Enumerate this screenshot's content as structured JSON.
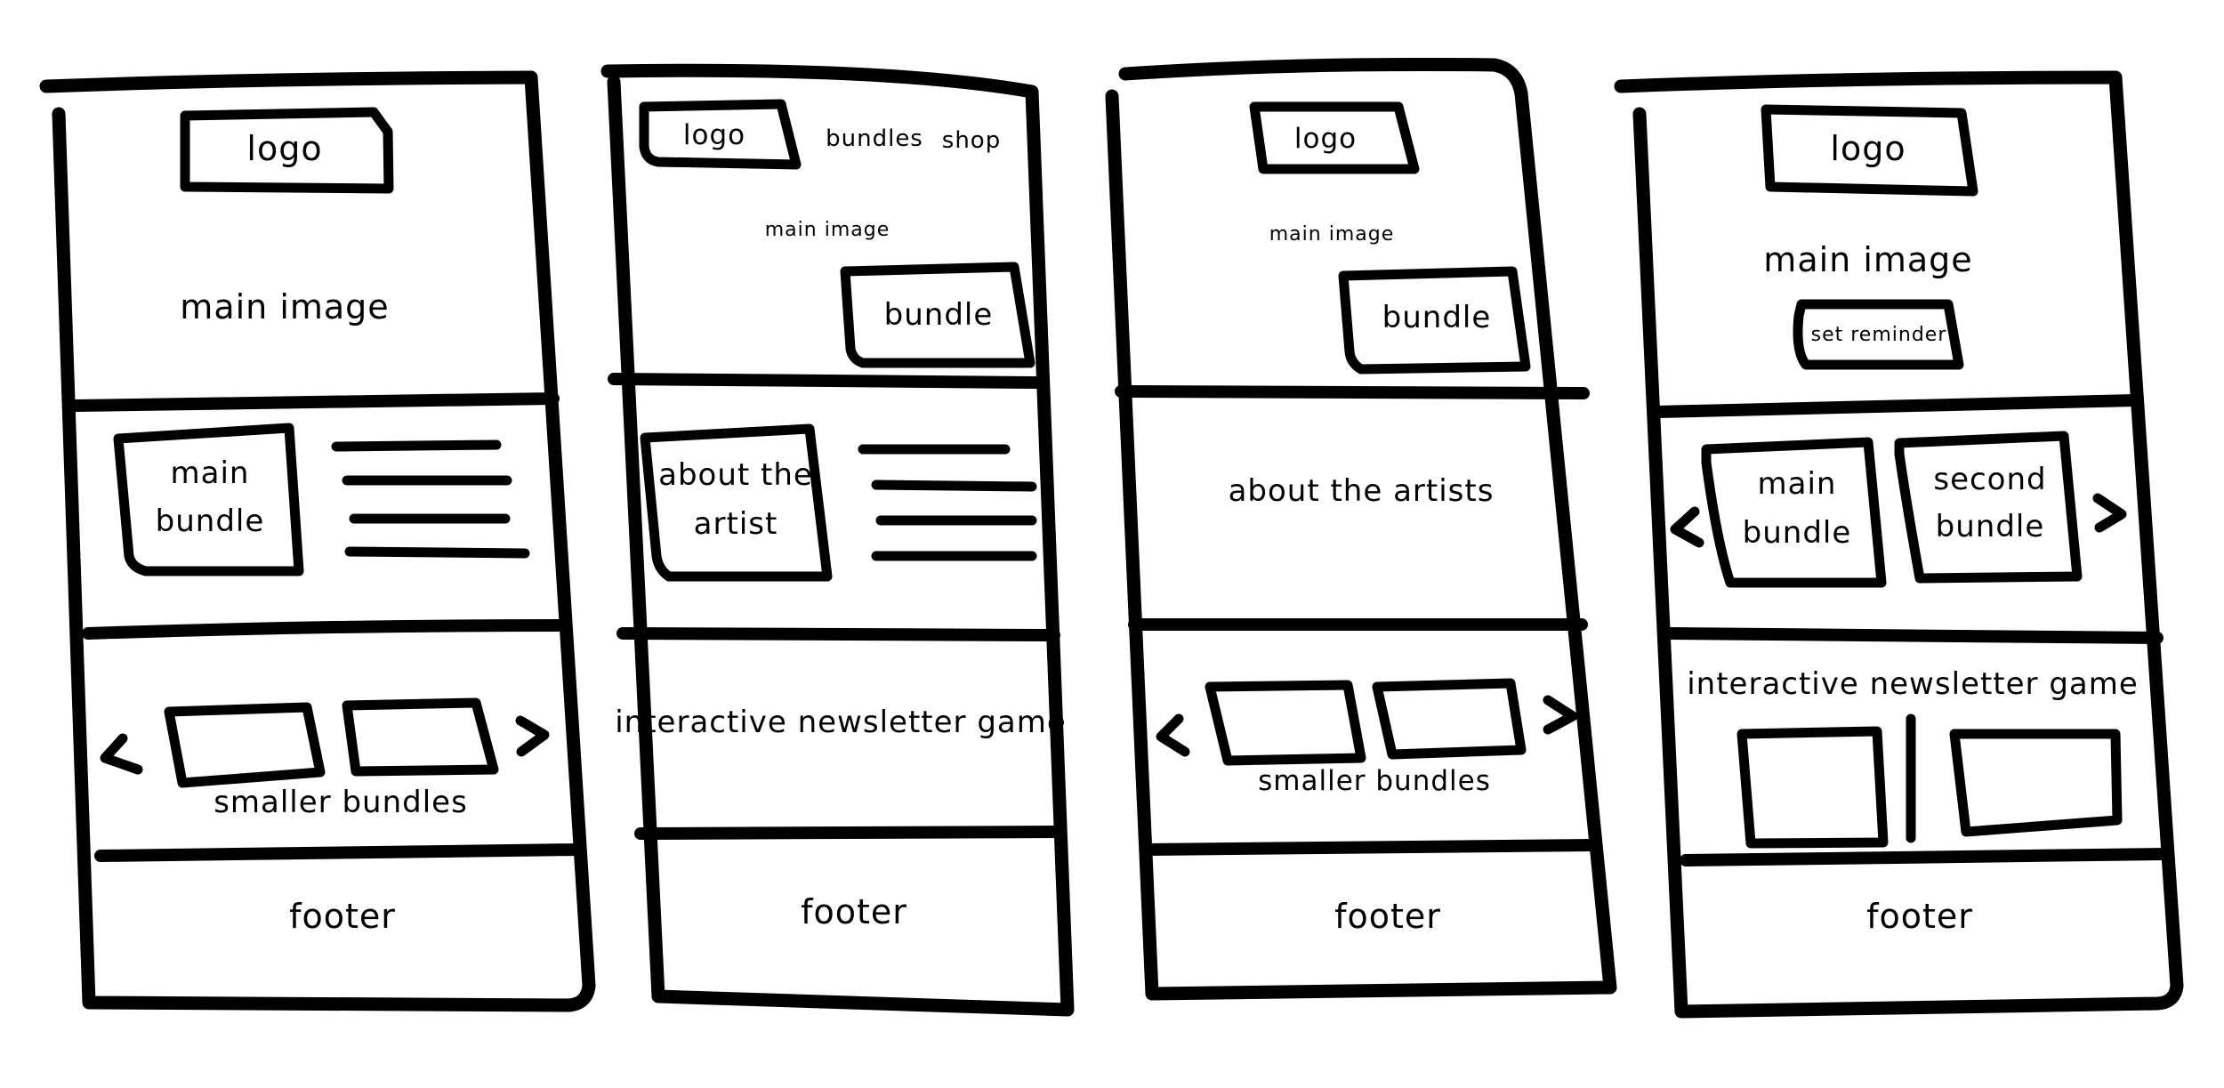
{
  "wireframe_1": {
    "logo": "logo",
    "main_image": "main image",
    "main_bundle_line1": "main",
    "main_bundle_line2": "bundle",
    "smaller_bundles": "smaller bundles",
    "footer": "footer"
  },
  "wireframe_2": {
    "logo": "logo",
    "nav_bundles": "bundles",
    "nav_shop": "shop",
    "main_image": "main image",
    "bundle": "bundle",
    "about_line1": "about the",
    "about_line2": "artist",
    "newsletter": "interactive newsletter game",
    "footer": "footer"
  },
  "wireframe_3": {
    "logo": "logo",
    "main_image": "main image",
    "bundle": "bundle",
    "about": "about the artists",
    "smaller_bundles": "smaller bundles",
    "footer": "footer"
  },
  "wireframe_4": {
    "logo": "logo",
    "main_image": "main image",
    "set_reminder": "set reminder",
    "main_bundle_line1": "main",
    "main_bundle_line2": "bundle",
    "second_bundle_line1": "second",
    "second_bundle_line2": "bundle",
    "newsletter": "interactive newsletter game",
    "footer": "footer"
  }
}
